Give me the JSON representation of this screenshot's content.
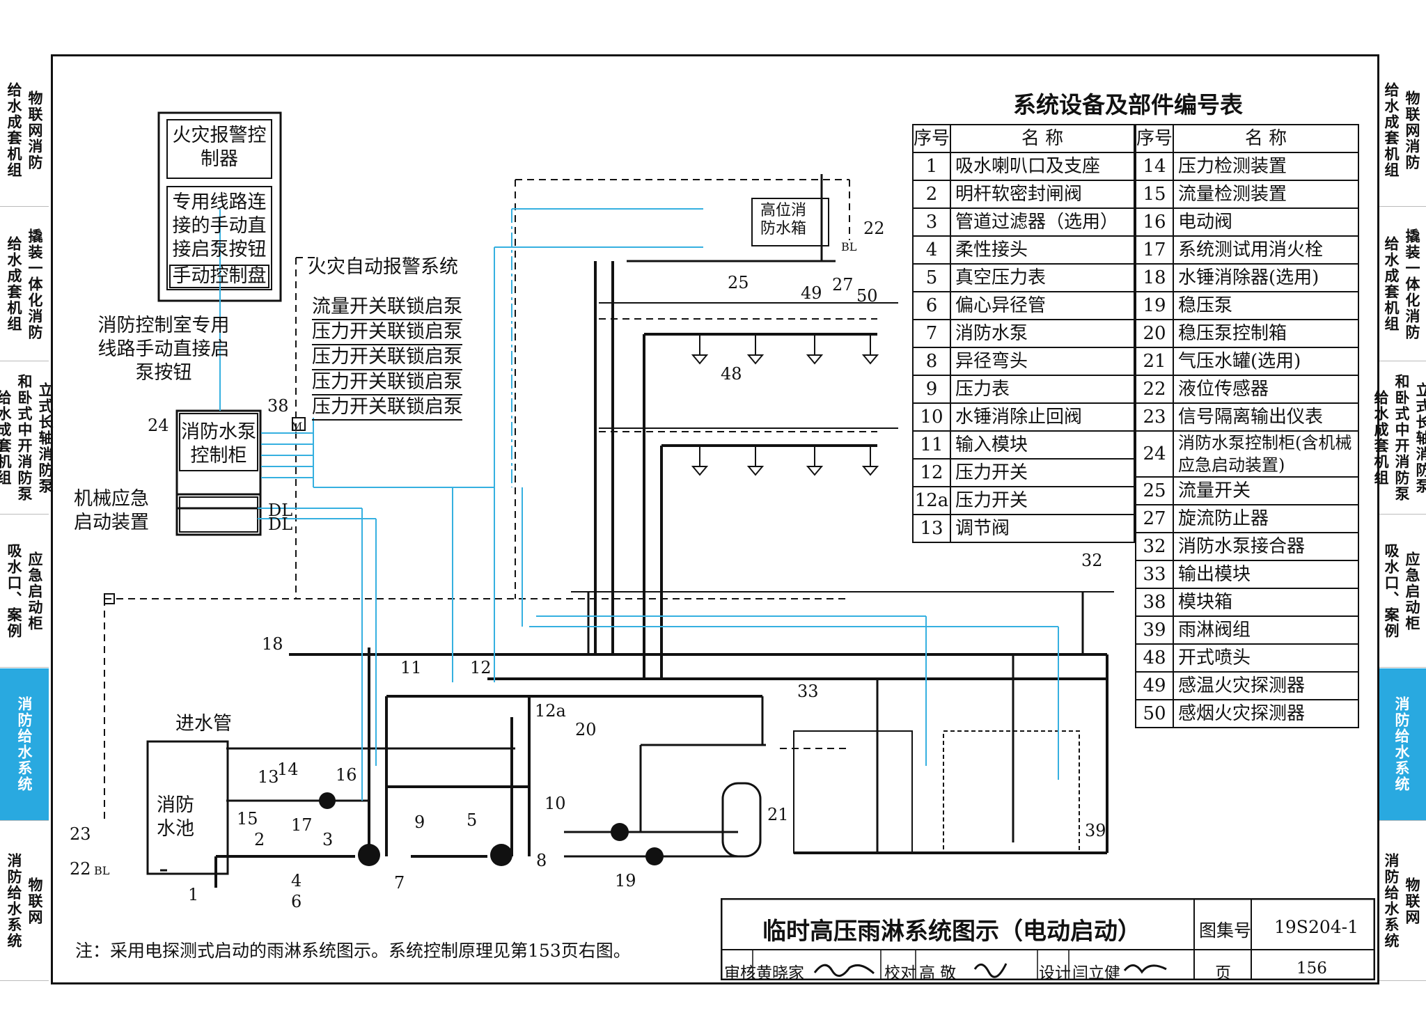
{
  "side_tabs_left": [
    {
      "cols": [
        "物联网消防",
        "给水成套机组"
      ]
    },
    {
      "cols": [
        "撬装一体化消防",
        "给水成套机组"
      ]
    },
    {
      "cols": [
        "立式长轴消防泵",
        "和卧式中开消防泵",
        "给水成套机组"
      ]
    },
    {
      "cols": [
        "应急启动柜",
        "吸水口、案例"
      ]
    },
    {
      "cols": [
        "消防给水系统"
      ],
      "active": true
    },
    {
      "cols": [
        "物联网",
        "消防给水系统"
      ]
    }
  ],
  "side_tabs_right": [
    {
      "cols": [
        "物联网消防",
        "给水成套机组"
      ]
    },
    {
      "cols": [
        "撬装一体化消防",
        "给水成套机组"
      ]
    },
    {
      "cols": [
        "立式长轴消防泵",
        "和卧式中开消防泵",
        "给水成套机组"
      ]
    },
    {
      "cols": [
        "应急启动柜",
        "吸水口、案例"
      ]
    },
    {
      "cols": [
        "消防给水系统"
      ],
      "active": true
    },
    {
      "cols": [
        "物联网",
        "消防给水系统"
      ]
    }
  ],
  "accent_color": "#29a9e0",
  "signal_line_color": "#35b0e0",
  "diagram": {
    "alarm_controller": "火灾报警控制器",
    "dedicated_line_button": "专用线路连接的手动直接启泵按钮",
    "manual_panel": "手动控制盘",
    "fire_alarm_system": "火灾自动报警系统",
    "control_room_button": "消防控制室专用线路手动直接启泵按钮",
    "interlocks": [
      "流量开关联锁启泵",
      "压力开关联锁启泵",
      "压力开关联锁启泵",
      "压力开关联锁启泵",
      "压力开关联锁启泵"
    ],
    "pump_cabinet": "消防水泵控制柜",
    "mech_emergency": "机械应急启动装置",
    "high_tank": "高位消防水箱",
    "inlet_pipe": "进水管",
    "fire_pool": "消防水池",
    "dl": "DL",
    "bl": "BL",
    "m": "M",
    "numbers": [
      "1",
      "2",
      "3",
      "4",
      "5",
      "6",
      "7",
      "8",
      "9",
      "10",
      "11",
      "12",
      "12a",
      "13",
      "14",
      "15",
      "16",
      "17",
      "18",
      "19",
      "20",
      "21",
      "22",
      "23",
      "24",
      "25",
      "27",
      "32",
      "33",
      "38",
      "39",
      "48",
      "49",
      "50"
    ]
  },
  "legend": {
    "title": "系统设备及部件编号表",
    "header": {
      "no": "序号",
      "name": "名 称"
    },
    "left": [
      [
        "1",
        "吸水喇叭口及支座"
      ],
      [
        "2",
        "明杆软密封闸阀"
      ],
      [
        "3",
        "管道过滤器（选用）"
      ],
      [
        "4",
        "柔性接头"
      ],
      [
        "5",
        "真空压力表"
      ],
      [
        "6",
        "偏心异径管"
      ],
      [
        "7",
        "消防水泵"
      ],
      [
        "8",
        "异径弯头"
      ],
      [
        "9",
        "压力表"
      ],
      [
        "10",
        "水锤消除止回阀"
      ],
      [
        "11",
        "输入模块"
      ],
      [
        "12",
        "压力开关"
      ],
      [
        "12a",
        "压力开关"
      ],
      [
        "13",
        "调节阀"
      ]
    ],
    "right": [
      [
        "14",
        "压力检测装置"
      ],
      [
        "15",
        "流量检测装置"
      ],
      [
        "16",
        "电动阀"
      ],
      [
        "17",
        "系统测试用消火栓"
      ],
      [
        "18",
        "水锤消除器(选用)"
      ],
      [
        "19",
        "稳压泵"
      ],
      [
        "20",
        "稳压泵控制箱"
      ],
      [
        "21",
        "气压水罐(选用)"
      ],
      [
        "22",
        "液位传感器"
      ],
      [
        "23",
        "信号隔离输出仪表"
      ],
      [
        "24",
        "消防水泵控制柜(含机械应急启动装置)"
      ],
      [
        "25",
        "流量开关"
      ],
      [
        "27",
        "旋流防止器"
      ],
      [
        "32",
        "消防水泵接合器"
      ],
      [
        "33",
        "输出模块"
      ],
      [
        "38",
        "模块箱"
      ],
      [
        "39",
        "雨淋阀组"
      ],
      [
        "48",
        "开式喷头"
      ],
      [
        "49",
        "感温火灾探测器"
      ],
      [
        "50",
        "感烟火灾探测器"
      ]
    ]
  },
  "title_block": {
    "title": "临时高压雨淋系统图示（电动启动）",
    "atlas_label": "图集号",
    "atlas_no": "19S204-1",
    "review_label": "审核",
    "reviewer": "黄晓家",
    "check_label": "校对",
    "checker": "高 敬",
    "design_label": "设计",
    "designer": "闫立健",
    "page_label": "页",
    "page_no": "156"
  },
  "note": "注：采用电探测式启动的雨淋系统图示。系统控制原理见第153页右图。"
}
